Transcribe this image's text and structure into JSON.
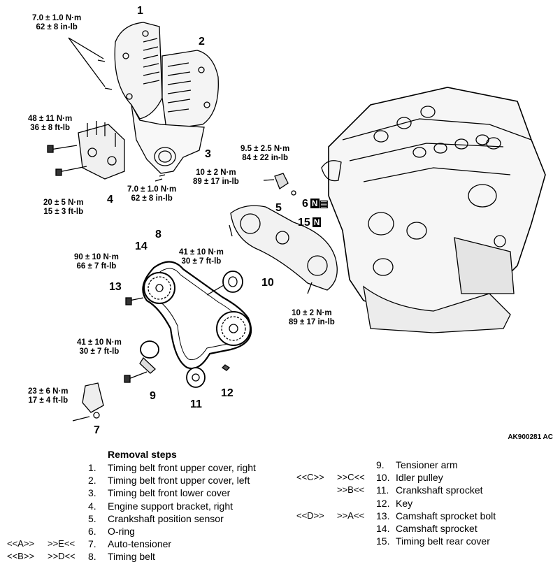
{
  "diagram": {
    "reference_code": "AK900281 AC",
    "nissan_box": "N",
    "torques": {
      "t1": [
        "7.0 ± 1.0 N·m",
        "62 ± 8 in-lb"
      ],
      "t2": [
        "48 ± 11 N·m",
        "36 ± 8 ft-lb"
      ],
      "t3": [
        "20 ± 5 N·m",
        "15 ± 3 ft-lb"
      ],
      "t4": [
        "7.0 ± 1.0 N·m",
        "62 ± 8 in-lb"
      ],
      "t5": [
        "9.5 ± 2.5 N·m",
        "84 ± 22 in-lb"
      ],
      "t6": [
        "10 ± 2 N·m",
        "89 ± 17 in-lb"
      ],
      "t7": [
        "90 ± 10 N·m",
        "66 ± 7 ft-lb"
      ],
      "t8": [
        "41 ± 10 N·m",
        "30 ± 7 ft-lb"
      ],
      "t9": [
        "10 ± 2 N·m",
        "89 ± 17 in-lb"
      ],
      "t10": [
        "41 ± 10 N·m",
        "30 ± 7 ft-lb"
      ],
      "t11": [
        "23 ± 6 N·m",
        "17 ± 4 ft-lb"
      ]
    },
    "callouts": [
      "1",
      "2",
      "3",
      "4",
      "5",
      "6",
      "7",
      "8",
      "9",
      "10",
      "11",
      "12",
      "13",
      "14",
      "15"
    ]
  },
  "removal": {
    "title": "Removal steps",
    "left_steps": [
      {
        "num": "1.",
        "text": "Timing belt front upper cover, right"
      },
      {
        "num": "2.",
        "text": "Timing belt front upper cover, left"
      },
      {
        "num": "3.",
        "text": "Timing belt front lower cover"
      },
      {
        "num": "4.",
        "text": "Engine support bracket, right"
      },
      {
        "num": "5.",
        "text": "Crankshaft position sensor"
      },
      {
        "num": "6.",
        "text": "O-ring"
      },
      {
        "num": "7.",
        "text": "Auto-tensioner",
        "install": "<<A>>",
        "removal": ">>E<<"
      },
      {
        "num": "8.",
        "text": "Timing belt",
        "install": "<<B>>",
        "removal": ">>D<<"
      }
    ],
    "right_steps": [
      {
        "num": "9.",
        "text": "Tensioner arm"
      },
      {
        "num": "10.",
        "text": "Idler pulley",
        "install": "<<C>>",
        "removal": ">>C<<"
      },
      {
        "num": "11.",
        "text": "Crankshaft sprocket",
        "removal": ">>B<<"
      },
      {
        "num": "12.",
        "text": "Key"
      },
      {
        "num": "13.",
        "text": "Camshaft sprocket bolt",
        "install": "<<D>>",
        "removal": ">>A<<"
      },
      {
        "num": "14.",
        "text": "Camshaft sprocket"
      },
      {
        "num": "15.",
        "text": "Timing belt rear cover"
      }
    ]
  }
}
